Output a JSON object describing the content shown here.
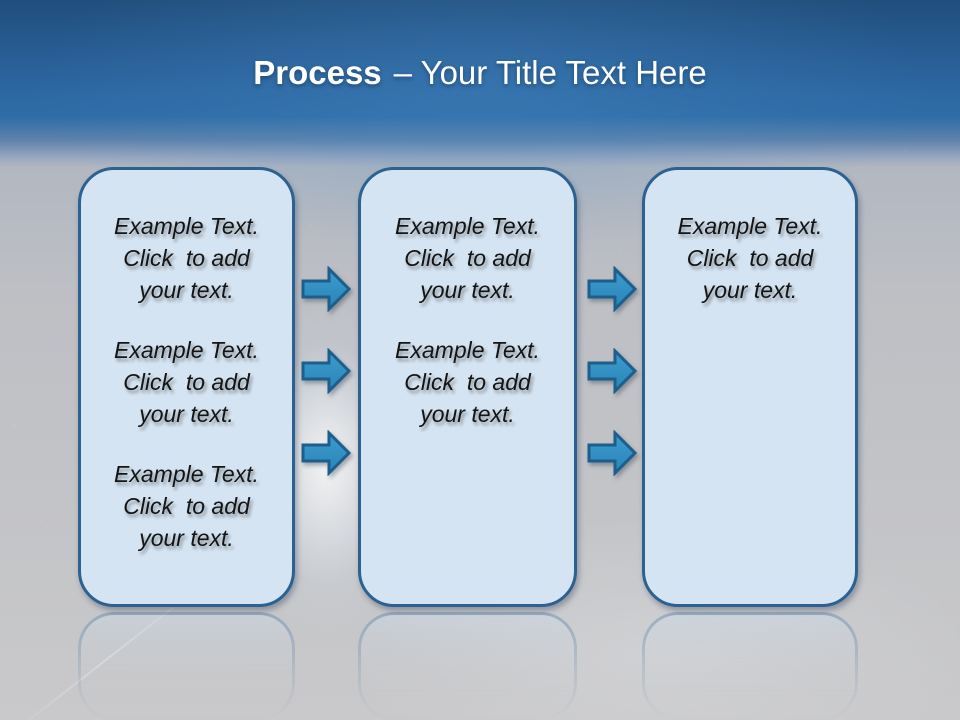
{
  "slide": {
    "title": {
      "bold": "Process",
      "rest": "– Your Title Text Here"
    }
  },
  "boxes": [
    {
      "id": "process-box-1",
      "paragraphs": [
        {
          "lines": [
            "Example Text.",
            "Click  to add",
            "your text."
          ]
        },
        {
          "lines": [
            "Example Text.",
            "Click  to add",
            "your text."
          ]
        },
        {
          "lines": [
            "Example Text.",
            "Click  to add",
            "your text."
          ]
        }
      ]
    },
    {
      "id": "process-box-2",
      "paragraphs": [
        {
          "lines": [
            "Example Text.",
            "Click  to add",
            "your text."
          ]
        },
        {
          "lines": [
            "Example Text.",
            "Click  to add",
            "your text."
          ]
        }
      ]
    },
    {
      "id": "process-box-3",
      "paragraphs": [
        {
          "lines": [
            "Example Text.",
            "Click  to add",
            "your text."
          ]
        }
      ]
    }
  ],
  "colors": {
    "header_blue": "#2e6ba6",
    "body_gray": "#c3c4c7",
    "box_fill": "#d5e4f2",
    "box_border": "#2d618f",
    "arrow_fill_top": "#3d9ccd",
    "arrow_fill_bottom": "#2a84b8",
    "arrow_border": "#1d5e8c",
    "title_color": "#ffffff",
    "box_text_color": "#141414"
  }
}
